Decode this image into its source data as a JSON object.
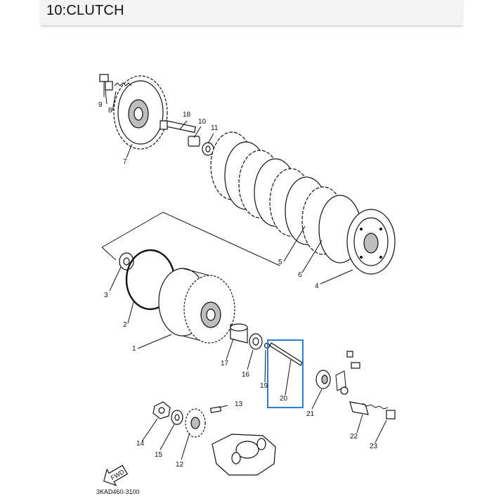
{
  "header": {
    "title": "10:CLUTCH"
  },
  "diagram": {
    "highlight_color": "#2e7fd3",
    "highlighted_part": "20",
    "drawing_code": "3KAD460-3100",
    "direction_badge": "FWD",
    "part_labels": [
      "1",
      "2",
      "3",
      "4",
      "5",
      "6",
      "7",
      "8",
      "9",
      "10",
      "11",
      "12",
      "13",
      "14",
      "15",
      "16",
      "17",
      "18",
      "19",
      "20",
      "21",
      "22",
      "23"
    ]
  }
}
